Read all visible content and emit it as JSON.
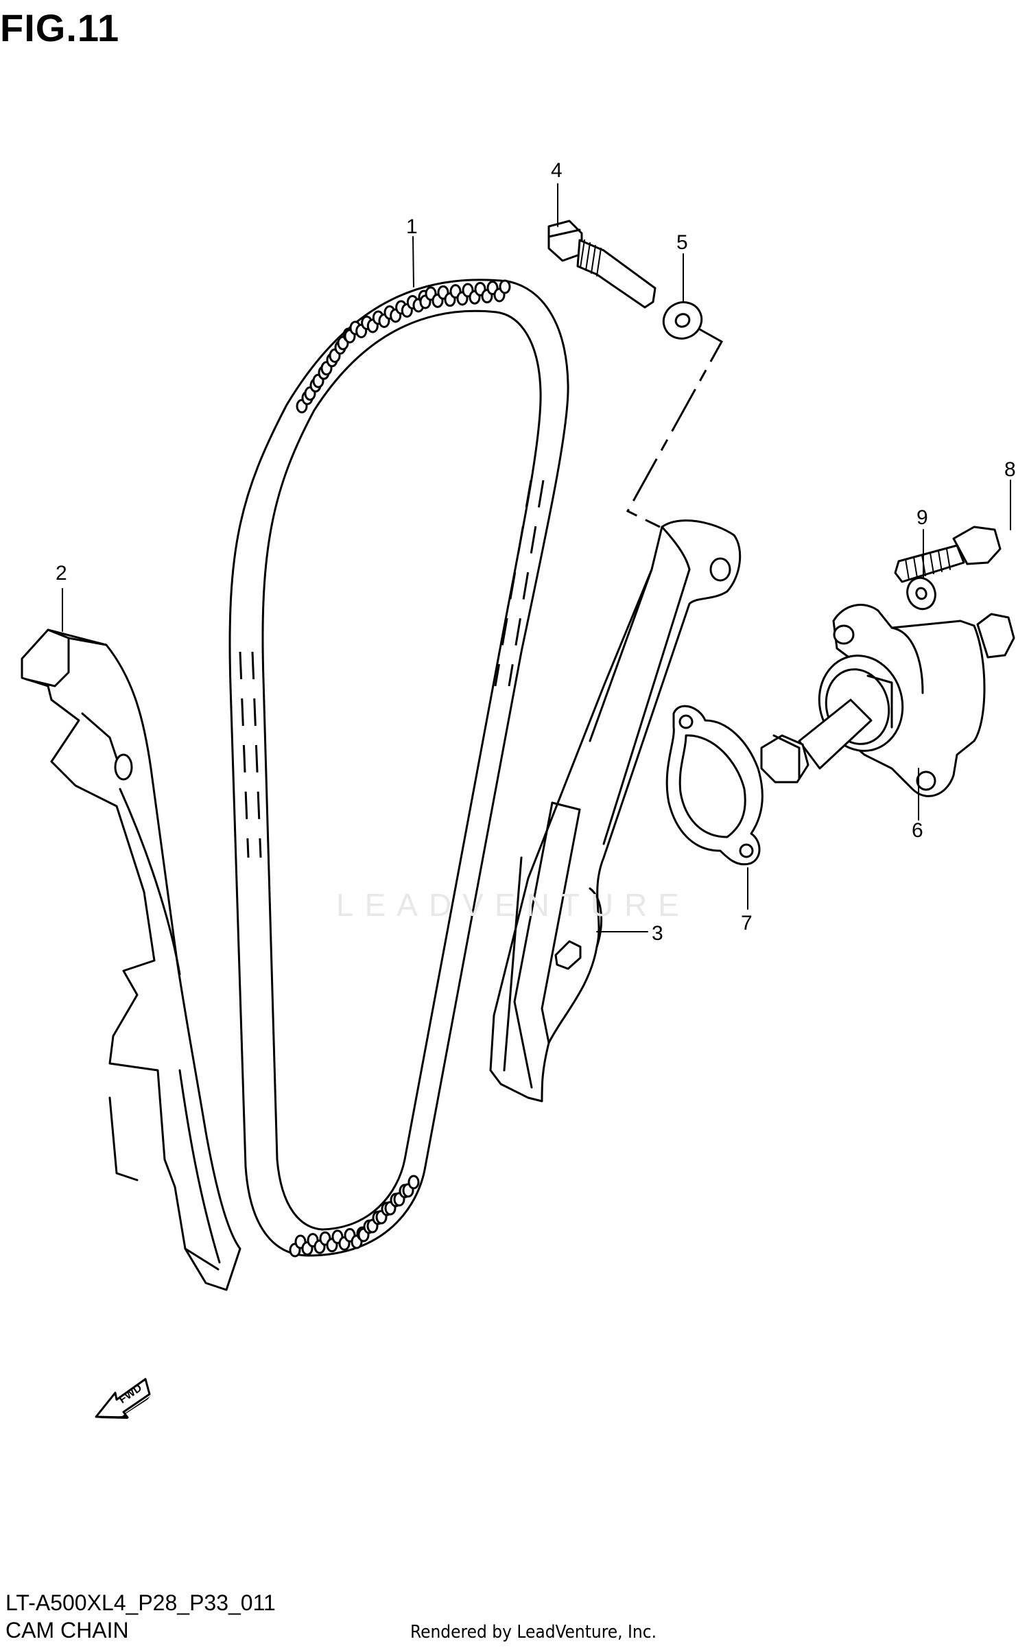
{
  "figure": {
    "title": "FIG.11",
    "code": "LT-A500XL4_P28_P33_011",
    "name": "CAM CHAIN",
    "credit": "Rendered by LeadVenture, Inc.",
    "watermark": "LEADVENTURE"
  },
  "callouts": [
    {
      "id": "1",
      "part": "cam chain"
    },
    {
      "id": "2",
      "part": "cam chain guide (rear)"
    },
    {
      "id": "3",
      "part": "cam chain tensioner"
    },
    {
      "id": "4",
      "part": "tensioner bolt"
    },
    {
      "id": "5",
      "part": "washer"
    },
    {
      "id": "6",
      "part": "tensioner adjuster"
    },
    {
      "id": "7",
      "part": "gasket"
    },
    {
      "id": "8",
      "part": "bolt"
    },
    {
      "id": "9",
      "part": "washer"
    }
  ],
  "fwd_arrow": {
    "label": "FWD"
  }
}
